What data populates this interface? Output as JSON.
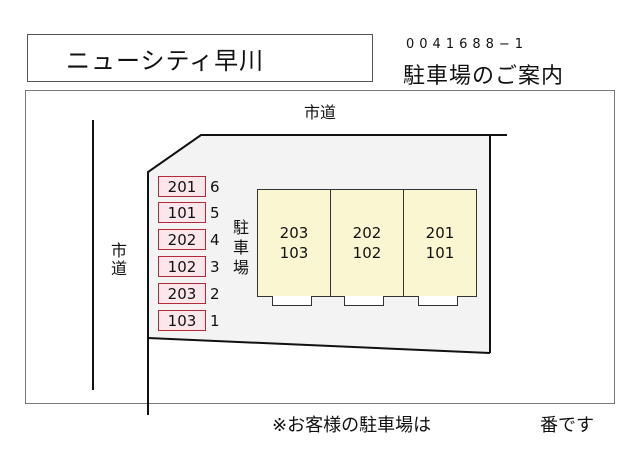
{
  "header": {
    "property_name": "ニューシティ早川",
    "code": "0041688−1",
    "guide_title": "駐車場のご案内"
  },
  "map": {
    "road_top": "市道",
    "road_left": [
      "市",
      "道"
    ],
    "parking_label": [
      "駐",
      "車",
      "場"
    ],
    "slots": [
      {
        "room": "201",
        "number": "6"
      },
      {
        "room": "101",
        "number": "5"
      },
      {
        "room": "202",
        "number": "4"
      },
      {
        "room": "102",
        "number": "3"
      },
      {
        "room": "203",
        "number": "2"
      },
      {
        "room": "103",
        "number": "1"
      }
    ],
    "buildings": [
      {
        "upper": "203",
        "lower": "103"
      },
      {
        "upper": "202",
        "lower": "102"
      },
      {
        "upper": "201",
        "lower": "101"
      }
    ],
    "colors": {
      "slot_fill": "#fbe6ec",
      "slot_border": "#b32a3a",
      "building_fill": "#fbf6d2",
      "lot_fill": "#f3f3f3"
    }
  },
  "footer": {
    "note_prefix": "※お客様の駐車場は",
    "note_suffix": "番です"
  }
}
